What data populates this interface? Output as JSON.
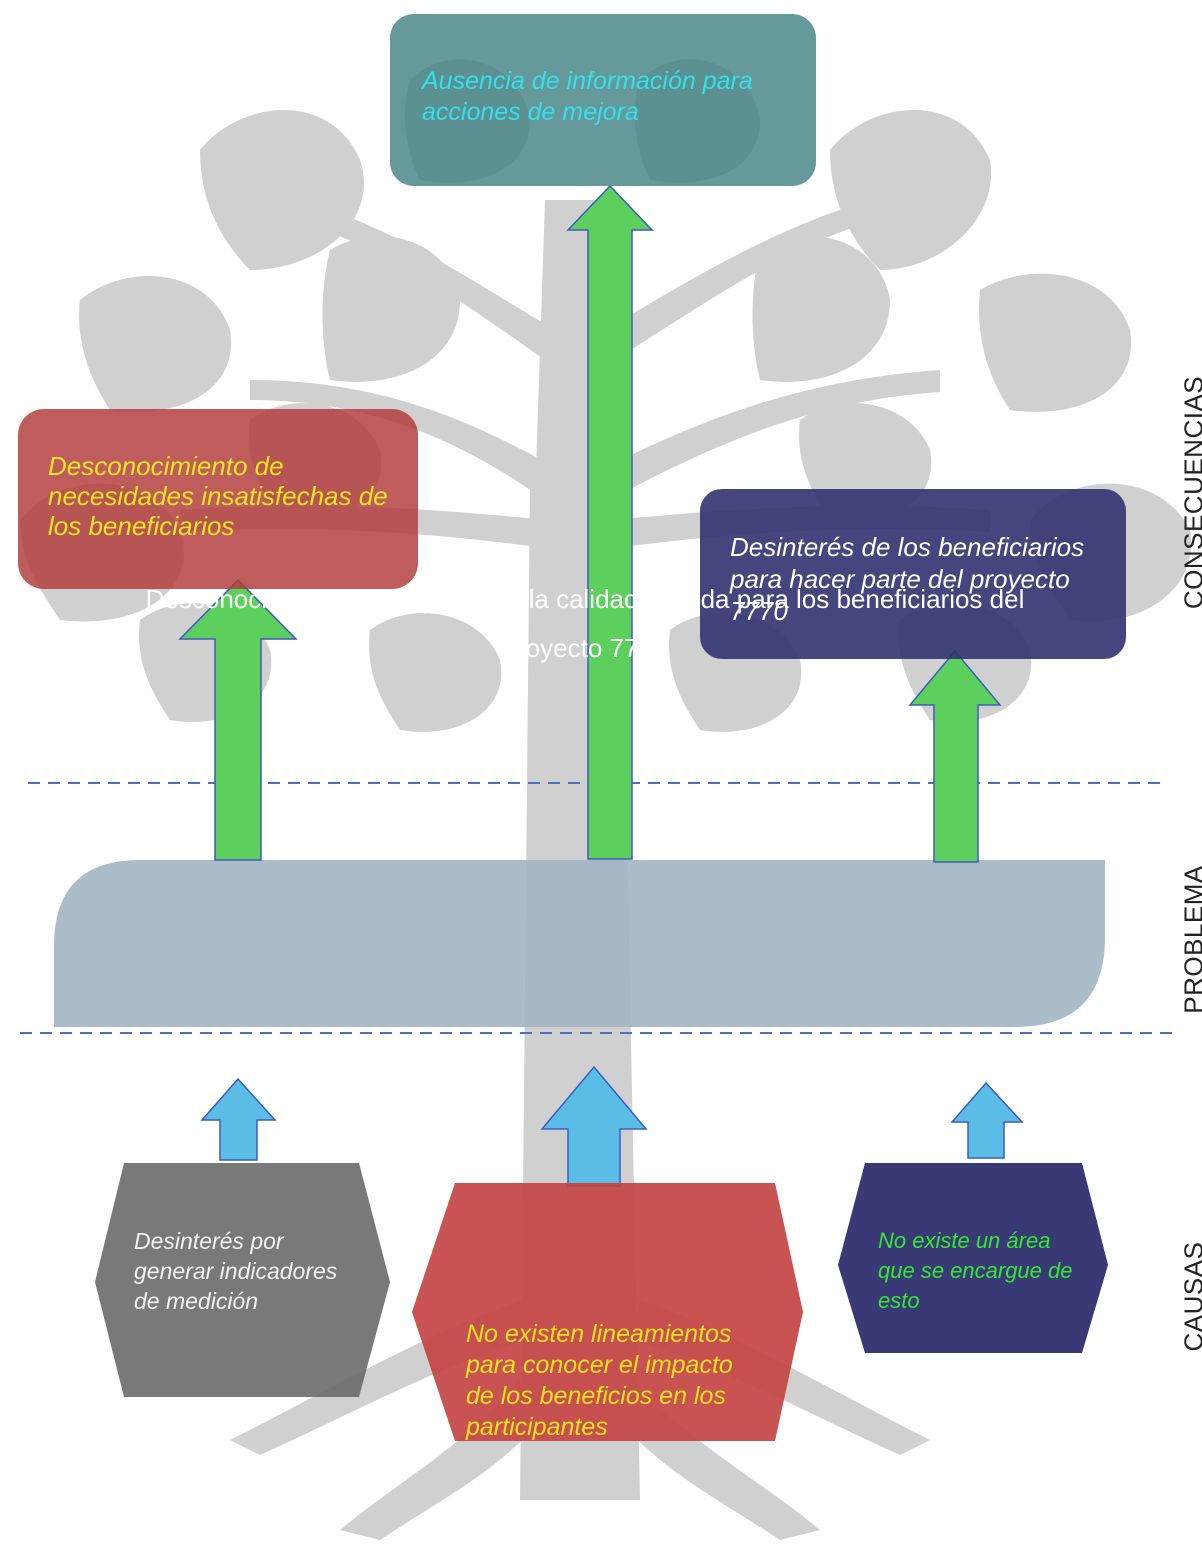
{
  "consequences": {
    "top": "Ausencia de información para acciones de mejora",
    "left": "Desconocimiento de necesidades insatisfechas de los beneficiarios",
    "right": "Desinterés de los beneficiarios para hacer parte del proyecto 7770"
  },
  "problem": {
    "line1": "Desconocimiento del impacto en la calidad de vida para los beneficiarios del",
    "line2": "proyecto 7770"
  },
  "causes": {
    "left": "Desinterés por generar indicadores de medición",
    "center": "No existen lineamientos para conocer el impacto de los beneficios en los participantes",
    "right": "No existe un área que se encargue de esto"
  },
  "sections": {
    "consequences": "CONSECUENCIAS",
    "problem": "PROBLEMA",
    "causes": "CAUSAS"
  },
  "colors": {
    "consequence_top": "#408080",
    "consequence_left": "#b13939",
    "consequence_right": "#323270",
    "problem_band": "#9fb4c2",
    "cause_left": "#6a6a6a",
    "cause_center": "#c44444",
    "cause_right": "#2e2e6e",
    "green_arrow": "#5ccf5c",
    "blue_arrow": "#5bbde6",
    "dashed_line": "#4a6fc4"
  }
}
